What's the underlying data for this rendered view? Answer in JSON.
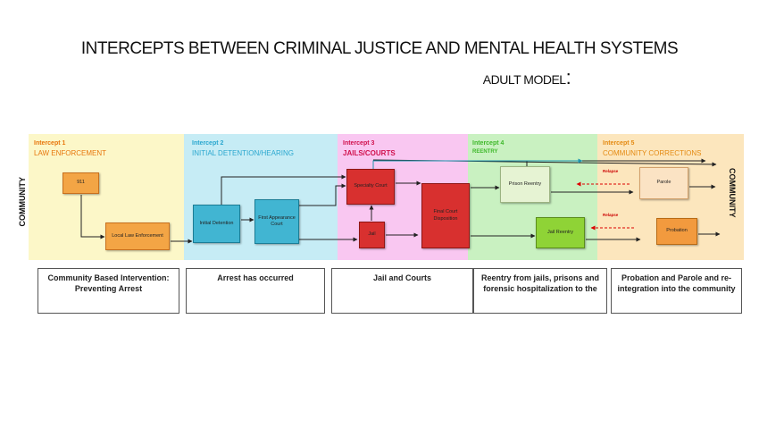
{
  "title": "INTERCEPTS BETWEEN CRIMINAL JUSTICE AND MENTAL HEALTH SYSTEMS",
  "subtitle": "ADULT MODEL",
  "subtitle_colon": ":",
  "side_label_left": "COMMUNITY",
  "side_label_right": "COMMUNITY",
  "intercepts": [
    {
      "title": "Intercept 1",
      "name": "LAW ENFORCEMENT",
      "color": "#fcf7c8",
      "accent": "#e7760c"
    },
    {
      "title": "Intercept 2",
      "name": "INITIAL DETENTION/HEARING",
      "color": "#c6ecf5",
      "accent": "#2aa7cf"
    },
    {
      "title": "Intercept 3",
      "name": "JAILS/COURTS",
      "color": "#f9c7f1",
      "accent": "#d0114d"
    },
    {
      "title": "Intercept 4",
      "name": "REENTRY",
      "color": "#c9f1c1",
      "accent": "#3eb82a"
    },
    {
      "title": "Intercept 5",
      "name": "COMMUNITY CORRECTIONS",
      "color": "#fce6bd",
      "accent": "#e48a12"
    }
  ],
  "nodes": {
    "n911": "911",
    "local_law": "Local Law Enforcement",
    "initial_detention": "Initial Detention",
    "first_appearance": "First Appearance Court",
    "specialty_court": "Specialty Court",
    "jail": "Jail",
    "final_court": "Final Court Disposition",
    "prison_reentry": "Prison Reentry",
    "jail_reentry": "Jail Reentry",
    "parole": "Parole",
    "probation": "Probation"
  },
  "relapse_labels": [
    "Relapse",
    "Relapse"
  ],
  "captions": [
    "Community Based Intervention: Preventing Arrest",
    "Arrest has occurred",
    "Jail and Courts",
    "Reentry from jails, prisons and forensic hospitalization to the",
    "Probation and Parole and re-integration into the community"
  ],
  "colors": {
    "orange_node": "#f3a545",
    "teal_node": "#41b5d2",
    "red_node": "#d8302f",
    "light_green_node": "#e6f3d3",
    "green_node": "#8fd336",
    "peach_node": "#fbe3c4",
    "probation_node": "#f29a3e",
    "arrow": "#222222",
    "teal_arrow": "#1f96b0",
    "relapse": "#dd0000"
  }
}
